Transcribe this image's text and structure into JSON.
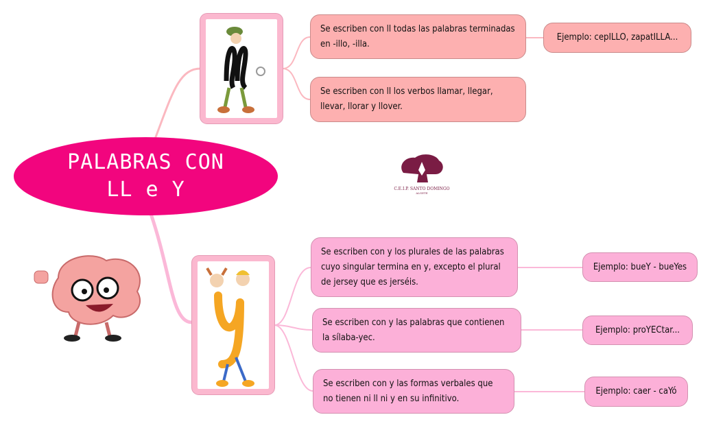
{
  "title": "PALABRAS CON LL e Y",
  "title_lines": [
    "PALABRAS CON",
    "LL e Y"
  ],
  "ll_branch": {
    "rules": [
      {
        "text": "Se escriben con ll todas las palabras terminadas en -illo, -illa.",
        "example": "Ejemplo: cepILLO, zapatILLA..."
      },
      {
        "text": "Se escriben con ll los verbos llamar, llegar, llevar, llorar y llover."
      }
    ]
  },
  "y_branch": {
    "rules": [
      {
        "text": "Se escriben con y los plurales de las palabras cuyo singular termina en y, excepto el plural de jersey que es jerséis.",
        "example": "Ejemplo: bueY - bueYes"
      },
      {
        "text": "Se escriben con y las palabras que contienen la sílaba-yec.",
        "example": "Ejemplo: proYECtar..."
      },
      {
        "text": "Se escriben con y las formas verbales que no tienen ni ll ni y en su infinitivo.",
        "example": "Ejemplo: caer - caYó"
      }
    ]
  },
  "logo": {
    "name": "C.E.I.P. SANTO DOMINGO",
    "place": "ALGETE"
  },
  "colors": {
    "center": "#f2057e",
    "ll_box": "#fdb0b0",
    "y_box": "#fcb0d8",
    "logo": "#7a1c44"
  }
}
